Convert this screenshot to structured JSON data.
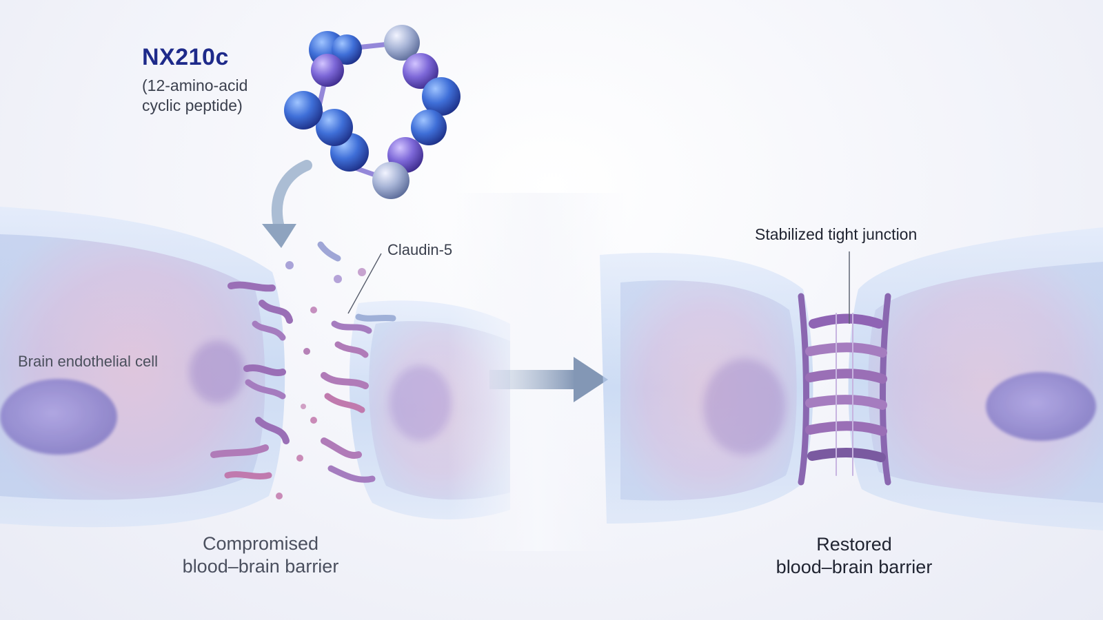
{
  "labels": {
    "peptide_name": "NX210c",
    "peptide_description": "(12-amino-acid\ncyclic peptide)",
    "claudin": "Claudin-5",
    "cell": "Brain endothelial cell",
    "junction": "Stabilized tight junction"
  },
  "captions": {
    "before": "Compromised\nblood–brain barrier",
    "after": "Restored\nblood–brain barrier"
  },
  "colors": {
    "title": "#1e2a8a",
    "membrane": "#aac3ea",
    "claudin": "#9a6fb6",
    "nucleus": "#8f86cf",
    "arrow": "#8ea3bf"
  }
}
